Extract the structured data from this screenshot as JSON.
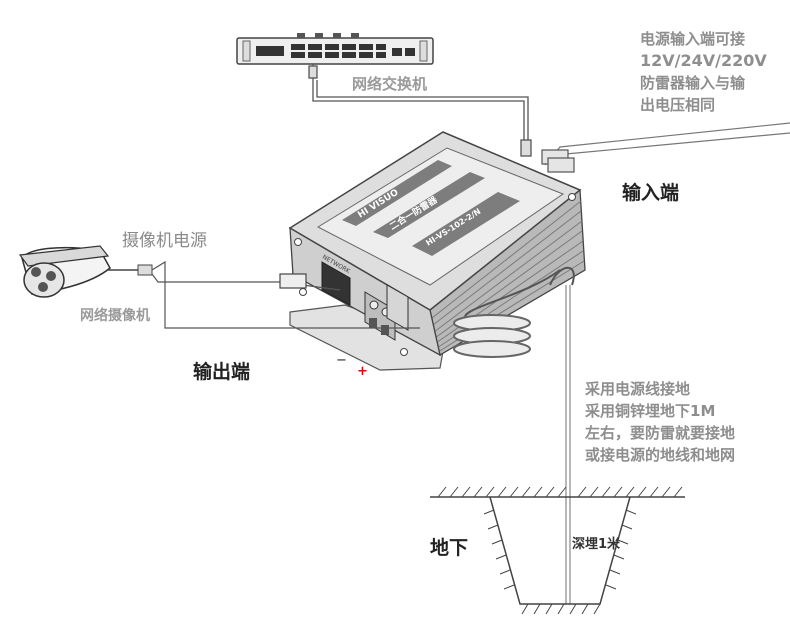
{
  "labels": {
    "switch": "网络交换机",
    "camera_power": "摄像机电源",
    "camera": "网络摄像机",
    "input_port": "输入端",
    "output_port": "输出端",
    "minus": "−",
    "plus": "+",
    "underground": "地下",
    "depth": "深埋1米"
  },
  "power_note": [
    "电源输入端可接",
    "12V/24V/220V",
    "防雷器输入与输",
    "出电压相同"
  ],
  "ground_note": [
    "采用电源线接地",
    "采用铜锌埋地下1M",
    "左右，要防雷就要接地",
    "或接电源的地线和地网"
  ],
  "device_text": {
    "brand": "HI VISUO",
    "title": "二合一防雷器",
    "model": "HI-VS-102-2/N",
    "net": "NETWORK"
  },
  "colors": {
    "line": "#555555",
    "metal": "#d4d4d4",
    "metal_dark": "#8a8a8a",
    "text_dark": "#222222",
    "text_grey": "#9a9a9a",
    "plus": "#d01010"
  }
}
